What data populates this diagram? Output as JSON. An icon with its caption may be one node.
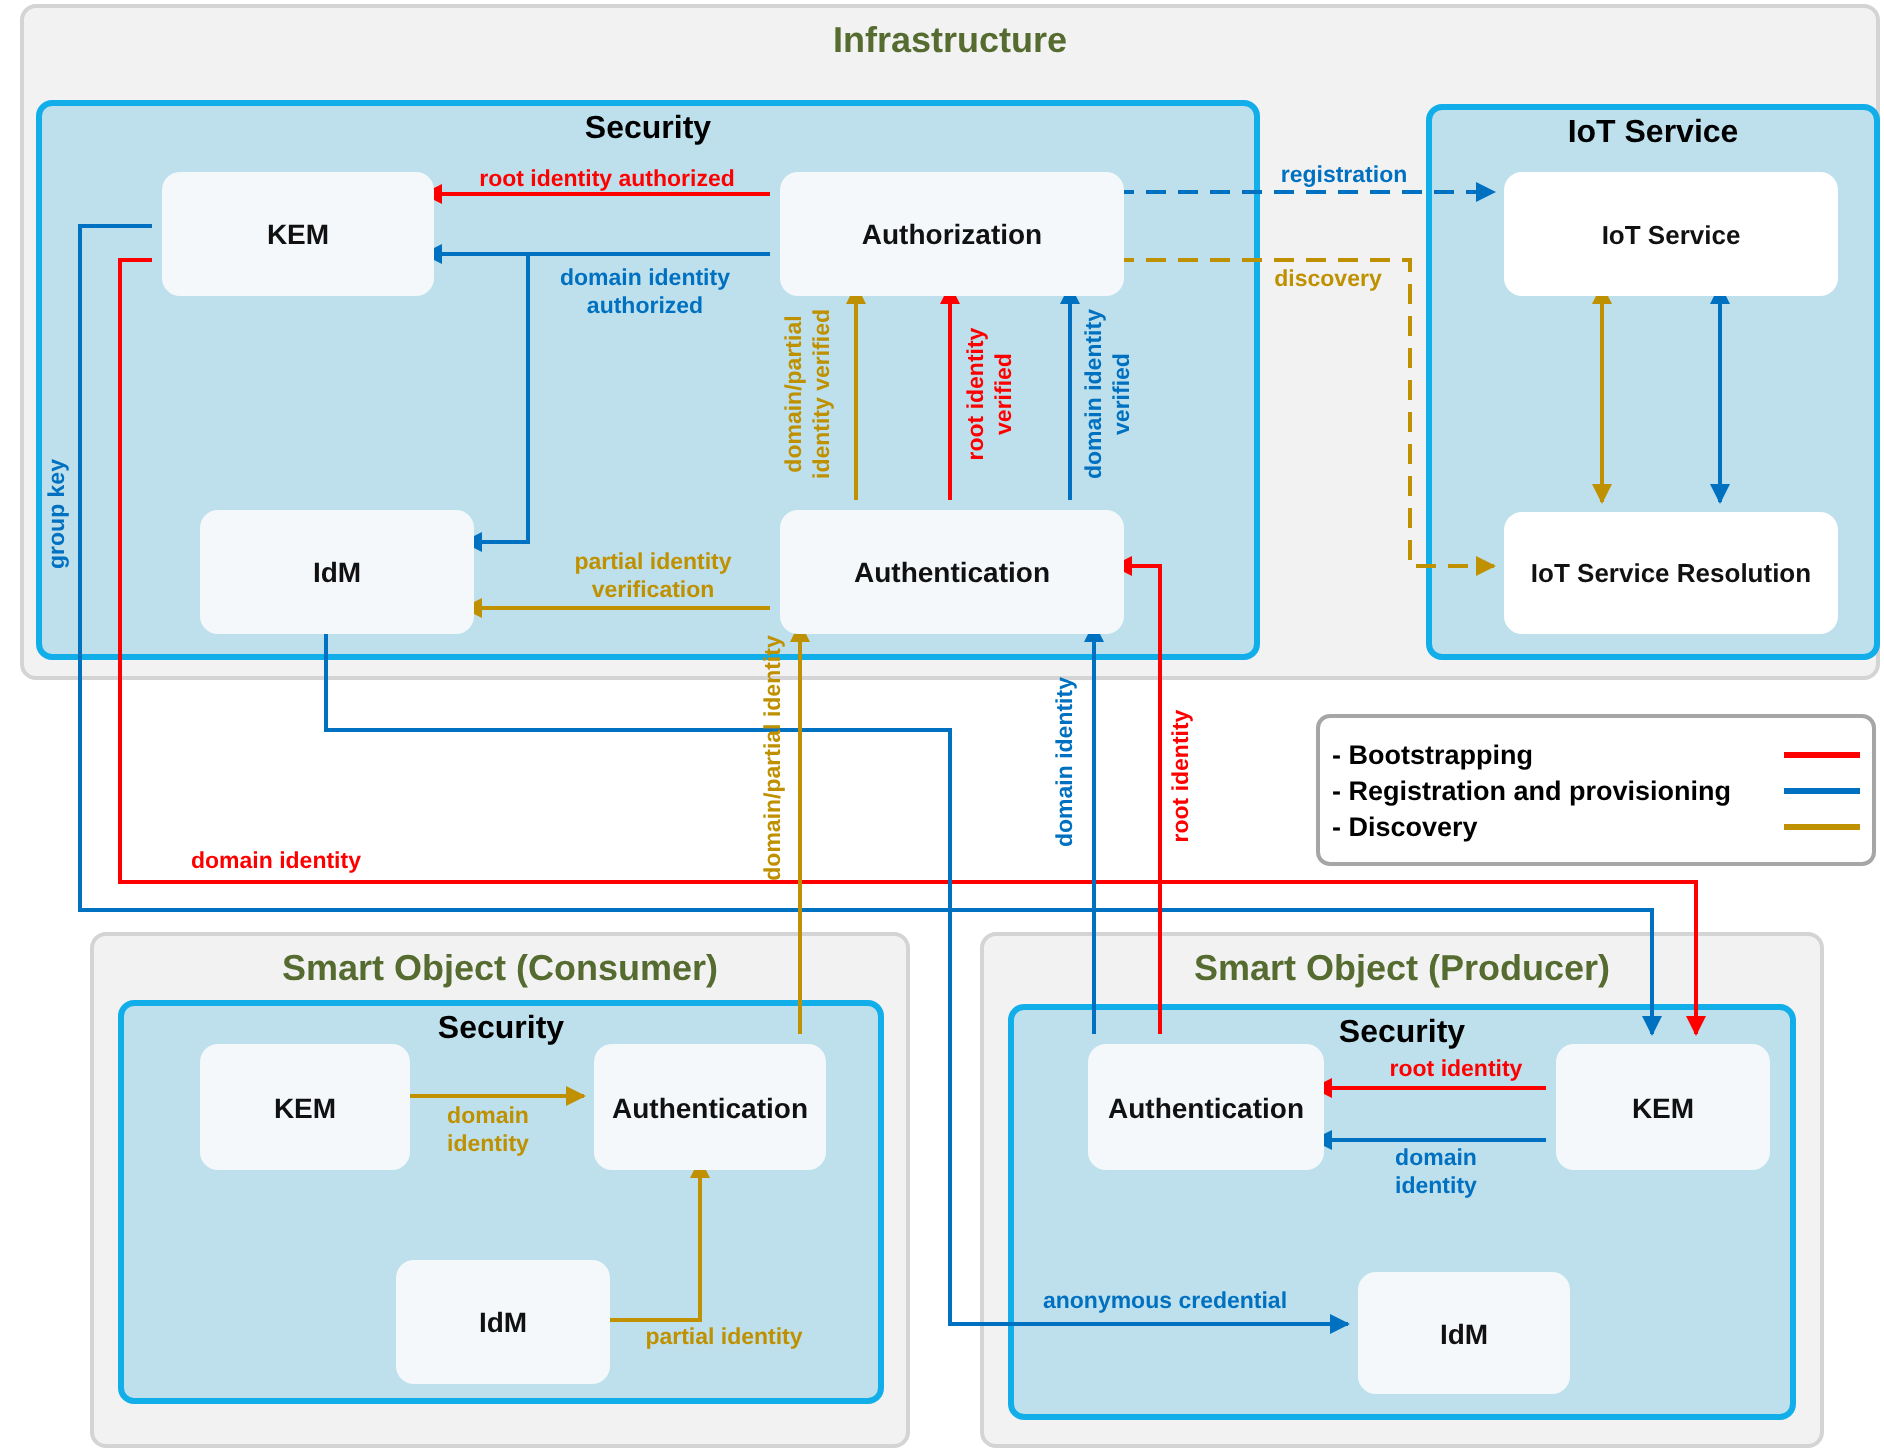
{
  "diagram": {
    "nodes": [
      {
        "text": [
          "Infrastructure"
        ]
      },
      {
        "text": [
          "Security"
        ],
        "in": 0
      },
      {
        "text": [
          "KEM"
        ],
        "in": 1
      },
      {
        "text": [
          "Authorization"
        ],
        "in": 1
      },
      {
        "text": [
          "IdM"
        ],
        "in": 1
      },
      {
        "text": [
          "Authentication"
        ],
        "in": 1
      },
      {
        "text": [
          "IoT Service"
        ],
        "in": 0
      },
      {
        "text": [
          "IoT Service"
        ],
        "in": 6
      },
      {
        "text": [
          "IoT Service Resolution"
        ],
        "in": 6
      },
      {
        "text": [
          "Smart Object (Consumer)"
        ]
      },
      {
        "text": [
          "Security"
        ],
        "in": 9
      },
      {
        "text": [
          "KEM"
        ],
        "in": 10
      },
      {
        "text": [
          "Authentication"
        ],
        "in": 10
      },
      {
        "text": [
          "IdM"
        ],
        "in": 10
      },
      {
        "text": [
          "Smart Object (Producer)"
        ]
      },
      {
        "text": [
          "Security"
        ],
        "in": 14
      },
      {
        "text": [
          "Authentication"
        ],
        "in": 15
      },
      {
        "text": [
          "KEM"
        ],
        "in": 15
      },
      {
        "text": [
          "IdM"
        ],
        "in": 15
      }
    ],
    "edges": [
      {
        "from": 3,
        "to": 2,
        "arrow": "to",
        "label": "root identity authorized",
        "color": "#ff0000"
      },
      {
        "from": 3,
        "to": 2,
        "arrow": "to",
        "label": "domain identity authorized"
      },
      {
        "from": 3,
        "to": 4,
        "arrow": "to"
      },
      {
        "from": 5,
        "to": 4,
        "arrow": "to",
        "label": "partial identity verification",
        "color": "#bf9000"
      },
      {
        "from": 5,
        "to": 3,
        "arrow": "to",
        "label": "domain/partial identity verified",
        "color": "#bf9000"
      },
      {
        "from": 5,
        "to": 3,
        "arrow": "to",
        "label": "root identity verified",
        "color": "#ff0000"
      },
      {
        "from": 5,
        "to": 3,
        "arrow": "to",
        "label": "domain identity verified"
      },
      {
        "from": 3,
        "to": 7,
        "arrow": "to",
        "label": "registration",
        "style": "dashed"
      },
      {
        "from": 3,
        "to": 8,
        "arrow": "to",
        "label": "discovery",
        "style": "dashed",
        "color": "#bf9000"
      },
      {
        "from": 7,
        "to": 8,
        "arrow": "both",
        "color": "#bf9000"
      },
      {
        "from": 7,
        "to": 8,
        "arrow": "both"
      },
      {
        "from": 2,
        "to": 17,
        "arrow": "to",
        "label": "group key"
      },
      {
        "from": 2,
        "to": 17,
        "arrow": "to",
        "label": "domain identity",
        "color": "#ff0000"
      },
      {
        "from": 4,
        "to": 18,
        "arrow": "to",
        "label": "anonymous credential"
      },
      {
        "from": 12,
        "to": 5,
        "arrow": "to",
        "label": "domain/partial identity",
        "color": "#bf9000"
      },
      {
        "from": 16,
        "to": 5,
        "arrow": "to",
        "label": "domain identity"
      },
      {
        "from": 16,
        "to": 5,
        "arrow": "to",
        "label": "root identity",
        "color": "#ff0000"
      },
      {
        "from": 17,
        "to": 16,
        "arrow": "to",
        "label": "root identity",
        "color": "#ff0000"
      },
      {
        "from": 17,
        "to": 16,
        "arrow": "to",
        "label": "domain identity"
      },
      {
        "from": 11,
        "to": 12,
        "arrow": "to",
        "label": "domain identity",
        "color": "#bf9000"
      },
      {
        "from": 13,
        "to": 12,
        "arrow": "to",
        "label": "partial identity",
        "color": "#bf9000"
      }
    ],
    "legend": [
      {
        "text": "- Bootstrapping",
        "color": "#ff0000"
      },
      {
        "text": "- Registration and provisioning",
        "color": "#0070c0"
      },
      {
        "text": "- Discovery",
        "color": "#bf9000"
      }
    ]
  }
}
